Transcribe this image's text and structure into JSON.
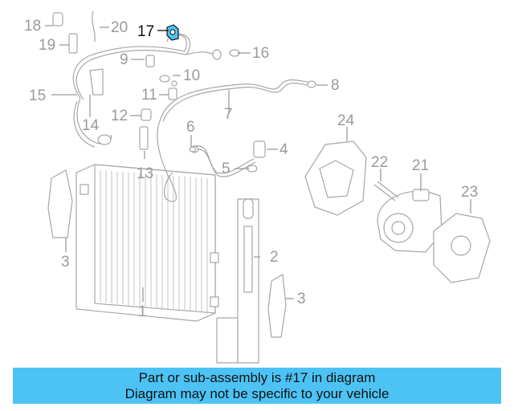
{
  "diagram": {
    "callouts": {
      "c1": "1",
      "c2": "2",
      "c3a": "3",
      "c3b": "3",
      "c4": "4",
      "c5": "5",
      "c6": "6",
      "c7": "7",
      "c8": "8",
      "c9": "9",
      "c10": "10",
      "c11": "11",
      "c12": "12",
      "c13": "13",
      "c14": "14",
      "c15": "15",
      "c16": "16",
      "c17": "17",
      "c18": "18",
      "c19": "19",
      "c20": "20",
      "c21": "21",
      "c22": "22",
      "c23": "23",
      "c24": "24"
    },
    "highlight_color": "#4dc3f5",
    "highlighted_part": "17"
  },
  "banner": {
    "line1": "Part or sub-assembly is #17 in diagram",
    "line2": "Diagram may not be specific to your vehicle",
    "background": "#4dc3f5"
  }
}
